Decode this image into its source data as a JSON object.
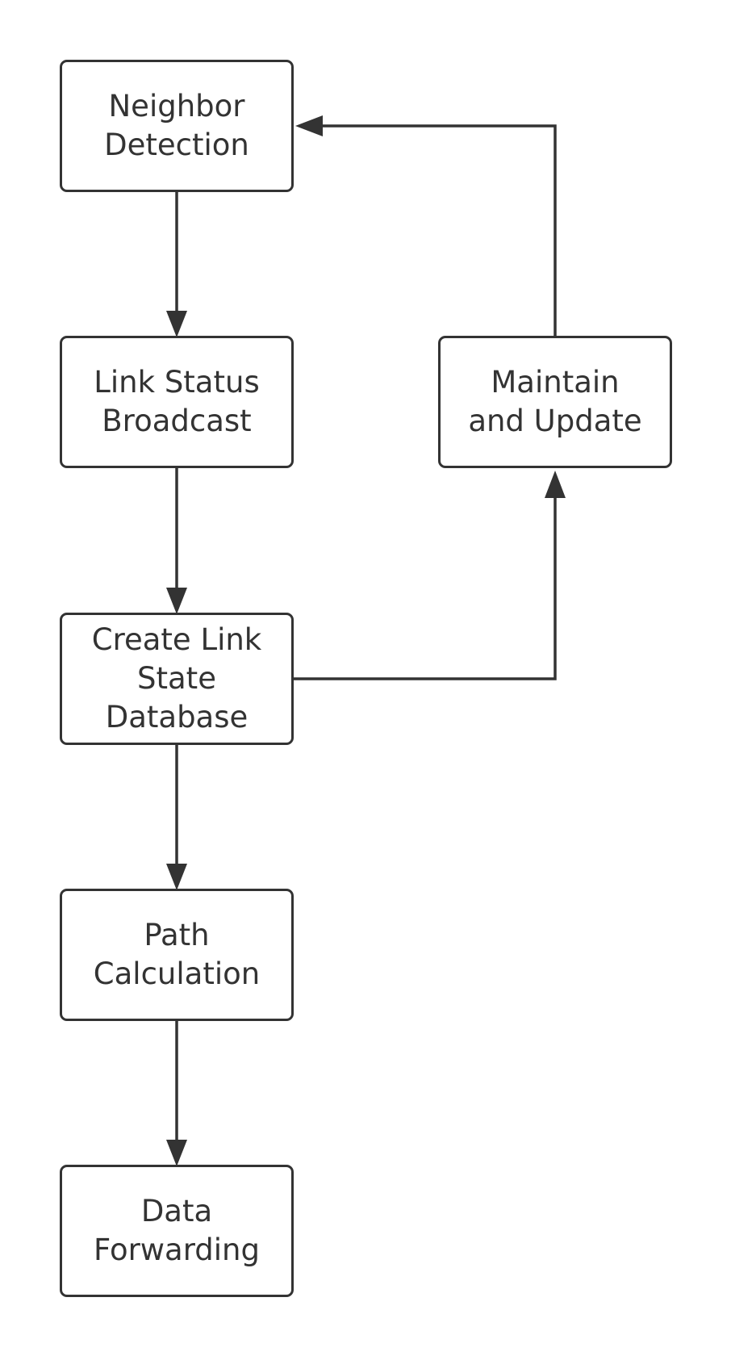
{
  "diagram": {
    "type": "flowchart",
    "colors": {
      "stroke": "#333333",
      "text": "#333333",
      "node_fill": "#ffffff",
      "background": "#ffffff"
    },
    "nodes": {
      "neighbor_detection": "Neighbor\nDetection",
      "link_status_broadcast": "Link Status\nBroadcast",
      "create_lsdb": "Create Link\nState\nDatabase",
      "path_calculation": "Path\nCalculation",
      "data_forwarding": "Data\nForwarding",
      "maintain_update": "Maintain\nand Update"
    },
    "edges": [
      {
        "from": "neighbor_detection",
        "to": "link_status_broadcast"
      },
      {
        "from": "link_status_broadcast",
        "to": "create_lsdb"
      },
      {
        "from": "create_lsdb",
        "to": "path_calculation"
      },
      {
        "from": "path_calculation",
        "to": "data_forwarding"
      },
      {
        "from": "create_lsdb",
        "to": "maintain_update"
      },
      {
        "from": "maintain_update",
        "to": "neighbor_detection"
      }
    ]
  }
}
